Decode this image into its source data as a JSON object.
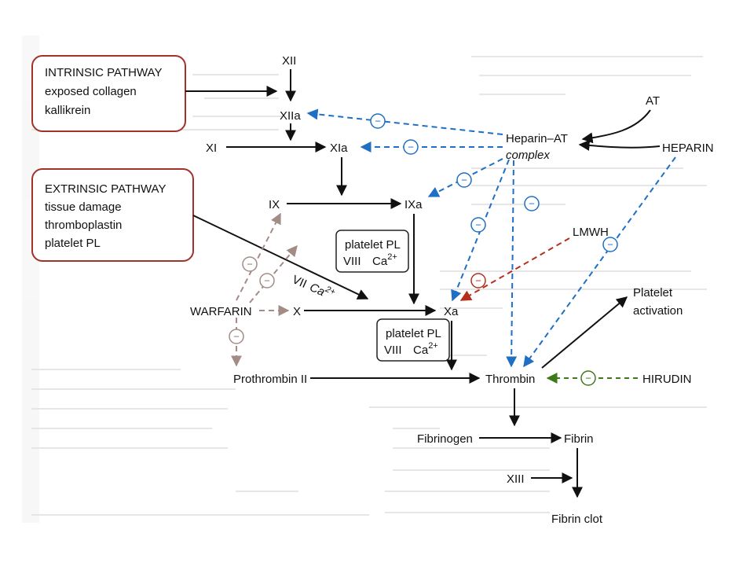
{
  "pathways": {
    "intrinsic": {
      "title": "INTRINSIC PATHWAY",
      "line1": "exposed collagen",
      "line2": "kallikrein"
    },
    "extrinsic": {
      "title": "EXTRINSIC PATHWAY",
      "line1": "tissue damage",
      "line2": "thromboplastin",
      "line3": "platelet PL"
    }
  },
  "factors": {
    "xii": "XII",
    "xiia": "XIIa",
    "xi": "XI",
    "xia": "XIa",
    "ix": "IX",
    "ixa": "IXa",
    "x": "X",
    "xa": "Xa",
    "vii": "VII",
    "ca_vii": "Ca",
    "prothrombin": "Prothrombin II",
    "thrombin": "Thrombin",
    "fibrinogen": "Fibrinogen",
    "fibrin": "Fibrin",
    "xiii": "XIII",
    "fibrin_clot": "Fibrin clot",
    "platelet_activation_1": "Platelet",
    "platelet_activation_2": "activation"
  },
  "cofactor_boxes": [
    {
      "line1": "platelet PL",
      "line2a": "VIII",
      "line2b": "Ca",
      "sup": "2+"
    },
    {
      "line1": "platelet PL",
      "line2a": "VIII",
      "line2b": "Ca",
      "sup": "2+"
    }
  ],
  "drugs": {
    "at": "AT",
    "heparin_at": "Heparin–AT",
    "complex": "complex",
    "heparin": "HEPARIN",
    "lmwh": "LMWH",
    "warfarin": "WARFARIN",
    "hirudin": "HIRUDIN"
  },
  "inhibit_symbol": "−",
  "colors": {
    "heparin": "#1f6fc5",
    "lmwh": "#b5301c",
    "warfarin": "#a38c86",
    "hirudin": "#3f7a1a",
    "box_border": "#a3312b",
    "arrow": "#111111",
    "ghost_text": "#c4c4c4"
  }
}
